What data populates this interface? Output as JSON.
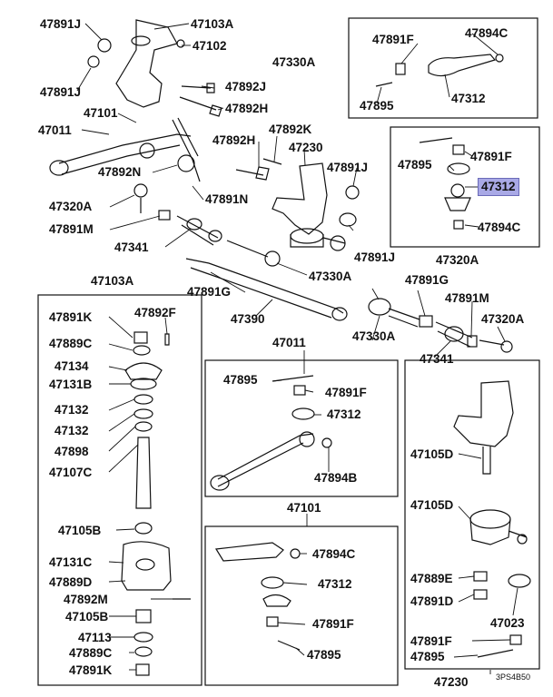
{
  "diagram": {
    "highlighted_part": "47312",
    "highlight_color": "#a9a9e6",
    "line_color": "#111111",
    "footer_code": "3PS4B50"
  },
  "labels": {
    "l_47891J_a": "47891J",
    "l_47103A_a": "47103A",
    "l_47102": "47102",
    "l_47891J_b": "47891J",
    "l_47892J": "47892J",
    "l_47101_a": "47101",
    "l_47892H_a": "47892H",
    "l_47011_a": "47011",
    "l_47892K": "47892K",
    "l_47892H_b": "47892H",
    "l_47230_a": "47230",
    "l_47892N": "47892N",
    "l_47891J_c": "47891J",
    "l_47891N": "47891N",
    "l_47320A_a": "47320A",
    "l_47891M_a": "47891M",
    "l_47341_a": "47341",
    "l_47891J_d": "47891J",
    "l_47330A_a": "47330A",
    "l_47891G_a": "47891G",
    "l_47390": "47390",
    "l_47330A_b": "47330A",
    "l_47891F_a": "47891F",
    "l_47894C_a": "47894C",
    "l_47895_a": "47895",
    "l_47312_a": "47312",
    "l_47895_b": "47895",
    "l_47891F_b": "47891F",
    "l_47312_hl": "47312",
    "l_47894C_b": "47894C",
    "l_47320A_b": "47320A",
    "l_47103A_b": "47103A",
    "l_47891K_a": "47891K",
    "l_47892F": "47892F",
    "l_47889C_a": "47889C",
    "l_47134": "47134",
    "l_47131B": "47131B",
    "l_47132_a": "47132",
    "l_47132_b": "47132",
    "l_47898": "47898",
    "l_47107C": "47107C",
    "l_47105B_a": "47105B",
    "l_47131C": "47131C",
    "l_47889D": "47889D",
    "l_47892M": "47892M",
    "l_47105B_b": "47105B",
    "l_47113": "47113",
    "l_47889C_b": "47889C",
    "l_47891K_b": "47891K",
    "l_47011_b": "47011",
    "l_47895_c": "47895",
    "l_47891F_c": "47891F",
    "l_47312_b": "47312",
    "l_47894B": "47894B",
    "l_47101_b": "47101",
    "l_47894C_c": "47894C",
    "l_47312_c": "47312",
    "l_47891F_d": "47891F",
    "l_47895_d": "47895",
    "l_47891G_b": "47891G",
    "l_47891M_b": "47891M",
    "l_47320A_c": "47320A",
    "l_47330A_c": "47330A",
    "l_47341_b": "47341",
    "l_47105D_a": "47105D",
    "l_47105D_b": "47105D",
    "l_47889E": "47889E",
    "l_47891D": "47891D",
    "l_47023": "47023",
    "l_47891F_e": "47891F",
    "l_47895_e": "47895",
    "l_47230_b": "47230"
  }
}
